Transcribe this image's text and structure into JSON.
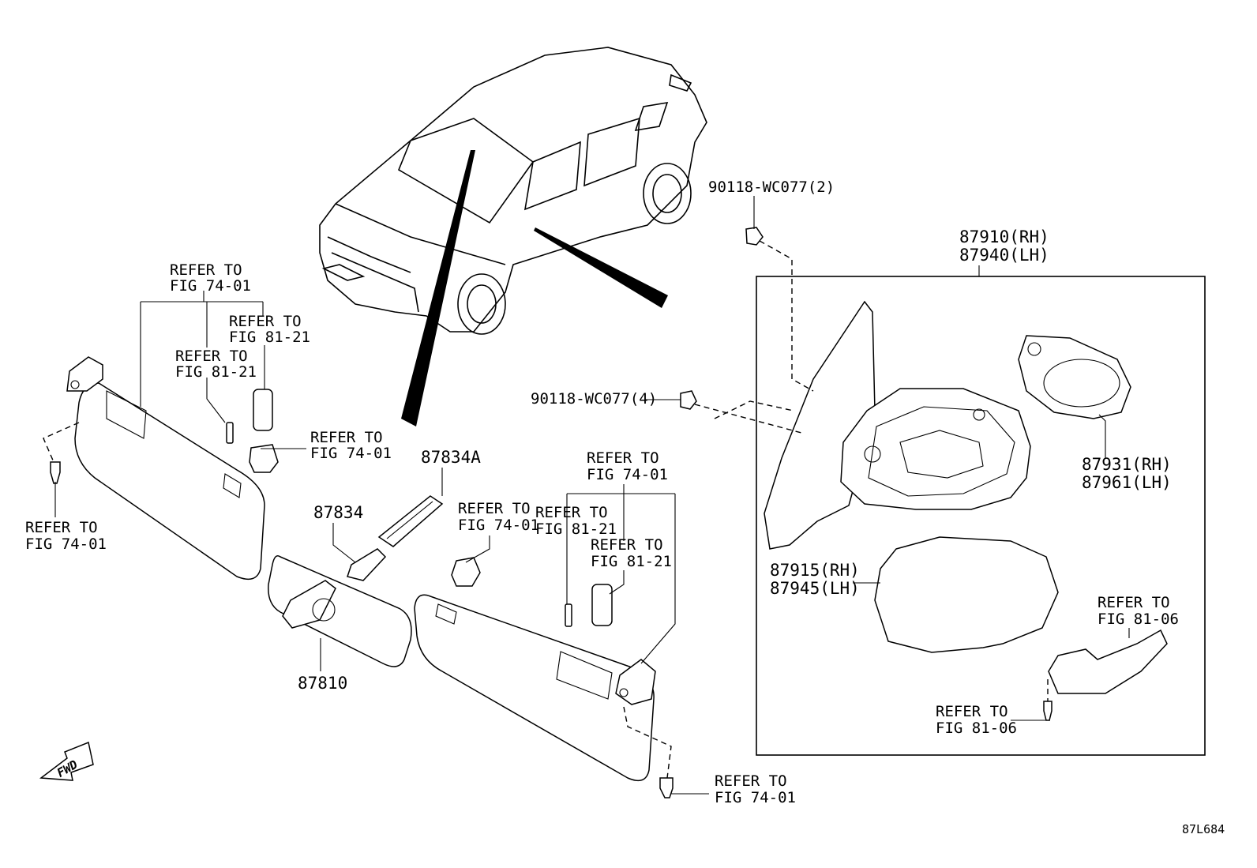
{
  "diagram_id": "87L684",
  "fwd_label": "FWD",
  "refer_line1": "REFER TO",
  "references": {
    "fig_74_01": "FIG 74-01",
    "fig_81_21": "FIG 81-21",
    "fig_81_06": "FIG 81-06"
  },
  "parts": {
    "clip_2": "90118-WC077(2)",
    "clip_4": "90118-WC077(4)",
    "mirror_assy_rh": "87910(RH)",
    "mirror_assy_lh": "87940(LH)",
    "mirror_glass_rh": "87931(RH)",
    "mirror_glass_lh": "87961(LH)",
    "cover_rh": "87915(RH)",
    "cover_lh": "87945(LH)",
    "cover_87834a": "87834A",
    "cover_87834": "87834",
    "inner_mirror": "87810"
  }
}
